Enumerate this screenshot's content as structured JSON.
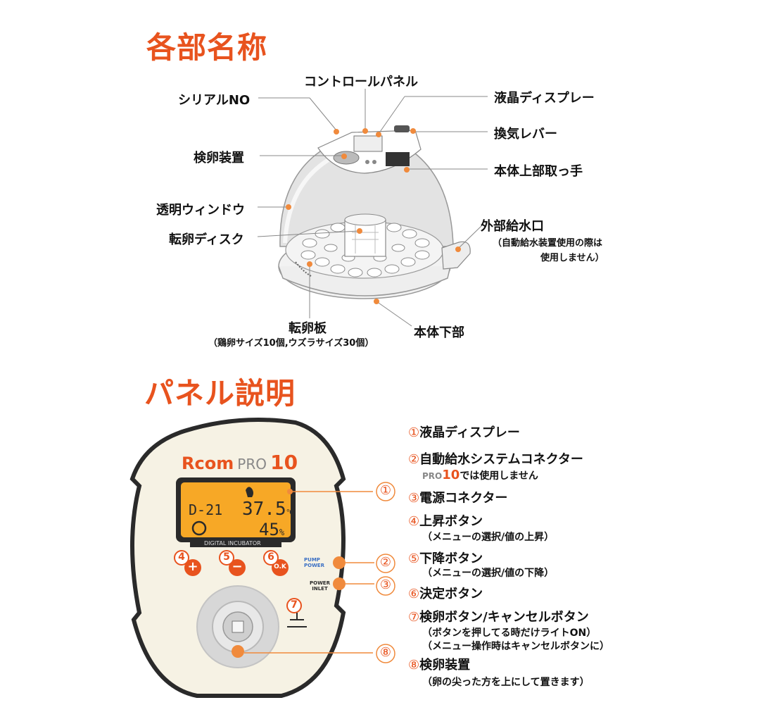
{
  "sections": {
    "parts_title": "各部名称",
    "panel_title": "パネル説明"
  },
  "parts": {
    "serial_no": "シリアルNO",
    "control_panel": "コントロールパネル",
    "lcd_display": "液晶ディスプレー",
    "vent_lever": "換気レバー",
    "candling_device": "検卵装置",
    "top_handle": "本体上部取っ手",
    "clear_window": "透明ウィンドウ",
    "turning_disc": "転卵ディスク",
    "external_water_inlet": "外部給水口",
    "external_water_note_1": "（自動給水装置使用の際は",
    "external_water_note_2": "使用しません）",
    "turning_plate": "転卵板",
    "turning_plate_note": "（鶏卵サイズ10個,ウズラサイズ30個）",
    "bottom_body": "本体下部"
  },
  "panel": {
    "brand": "Rcom",
    "brand_model": "PRO",
    "brand_num": "10",
    "lcd_day": "D-21",
    "lcd_temp": "37.5",
    "lcd_temp_unit": "℃",
    "lcd_humidity": "45",
    "lcd_humidity_unit": "%",
    "lcd_caption": "DIGITAL INCUBATOR",
    "btn_up": "+",
    "btn_down": "−",
    "btn_ok": "O.K",
    "pump_label_1": "PUMP",
    "pump_label_2": "POWER",
    "power_inlet_1": "POWER",
    "power_inlet_2": "INLET",
    "marker_4": "4",
    "marker_5": "5",
    "marker_6": "6",
    "marker_7": "7",
    "callout_1": "①",
    "callout_2": "②",
    "callout_3": "③",
    "callout_8": "⑧"
  },
  "legend": {
    "n1": "①",
    "i1": "液晶ディスプレー",
    "n2": "②",
    "i2": "自動給水システムコネクター",
    "i2_note_brand": "PRO",
    "i2_note_num": "10",
    "i2_note": "では使用しません",
    "n3": "③",
    "i3": "電源コネクター",
    "n4": "④",
    "i4": "上昇ボタン",
    "i4_note": "（メニューの選択/値の上昇）",
    "n5": "⑤",
    "i5": "下降ボタン",
    "i5_note": "（メニューの選択/値の下降）",
    "n6": "⑥",
    "i6": "決定ボタン",
    "n7": "⑦",
    "i7": "検卵ボタン/キャンセルボタン",
    "i7_note_1": "（ボタンを押してる時だけライトON）",
    "i7_note_2": "（メニュー操作時はキャンセルボタンに）",
    "n8": "⑧",
    "i8": "検卵装置",
    "i8_note": "（卵の尖った方を上にして置きます）"
  },
  "colors": {
    "accent": "#e8531e",
    "dot": "#f08a3c",
    "lcd": "#f7a826",
    "panel_bg": "#f6f2e4",
    "body_gray": "#d9d9d9"
  }
}
